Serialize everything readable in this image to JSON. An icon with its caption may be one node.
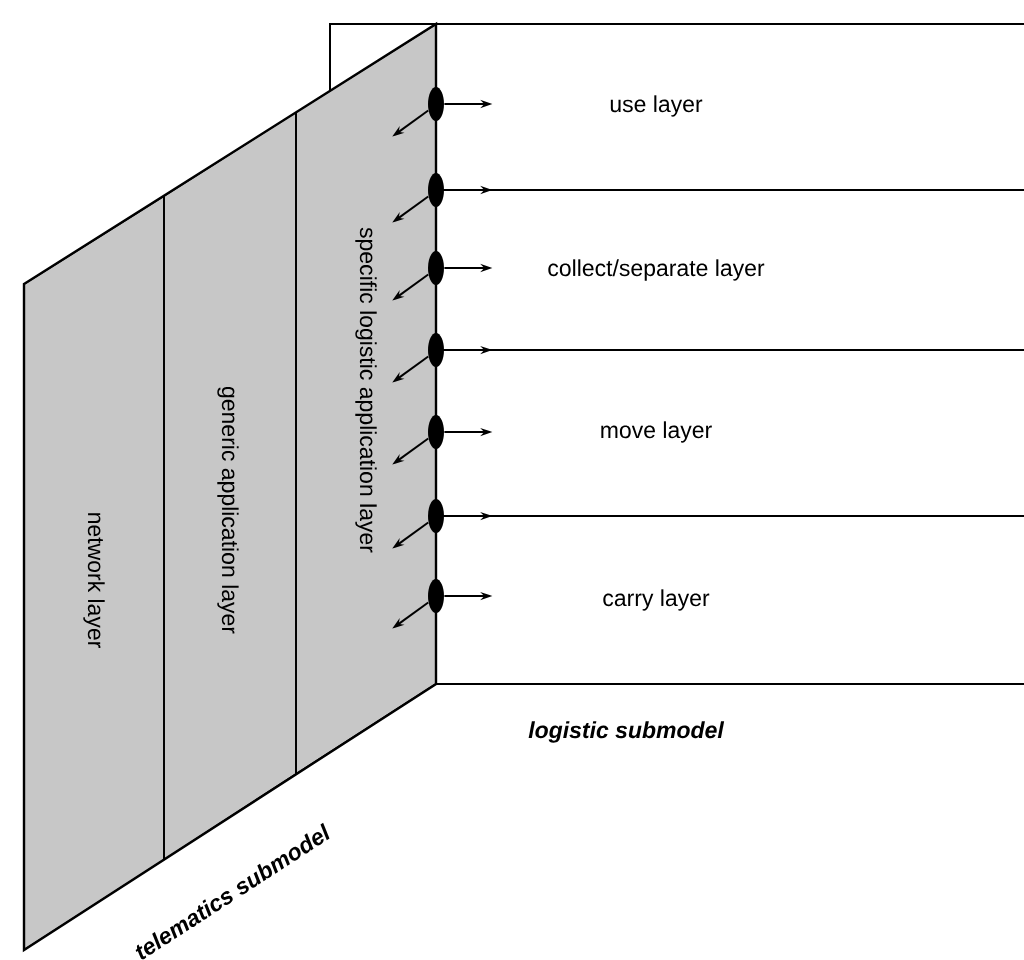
{
  "diagram": {
    "nodes": [
      {
        "text": [
          "telematics submodel"
        ]
      },
      {
        "text": [
          "network layer"
        ],
        "in": 0
      },
      {
        "text": [
          "generic application layer"
        ],
        "in": 0
      },
      {
        "text": [
          "specific logistic application layer"
        ],
        "in": 0
      },
      {
        "text": [
          "logistic submodel"
        ]
      },
      {
        "text": [
          "use layer"
        ],
        "in": 4
      },
      {
        "text": [
          "collect/separate layer"
        ],
        "in": 4
      },
      {
        "text": [
          "move layer"
        ],
        "in": 4
      },
      {
        "text": [
          "carry layer"
        ],
        "in": 4
      },
      {
        "text": [],
        "shape": "circle",
        "in": 4
      },
      {
        "text": [],
        "shape": "circle",
        "in": 4
      },
      {
        "text": [],
        "shape": "circle",
        "in": 4
      },
      {
        "text": [],
        "shape": "circle",
        "in": 4
      },
      {
        "text": [],
        "shape": "circle",
        "in": 4
      },
      {
        "text": [],
        "shape": "circle",
        "in": 4
      },
      {
        "text": [],
        "shape": "circle",
        "in": 4
      }
    ],
    "edges": [
      {
        "from": 9,
        "to": null,
        "arrow": "to"
      },
      {
        "from": 10,
        "to": null,
        "arrow": "to"
      },
      {
        "from": 11,
        "to": null,
        "arrow": "to"
      },
      {
        "from": 12,
        "to": null,
        "arrow": "to"
      },
      {
        "from": 13,
        "to": null,
        "arrow": "to"
      },
      {
        "from": 14,
        "to": null,
        "arrow": "to"
      },
      {
        "from": 15,
        "to": null,
        "arrow": "to"
      },
      {
        "from": 9,
        "to": 3,
        "arrow": "to"
      },
      {
        "from": 10,
        "to": 3,
        "arrow": "to"
      },
      {
        "from": 11,
        "to": 3,
        "arrow": "to"
      },
      {
        "from": 12,
        "to": 3,
        "arrow": "to"
      },
      {
        "from": 13,
        "to": 3,
        "arrow": "to"
      },
      {
        "from": 14,
        "to": 3,
        "arrow": "to"
      },
      {
        "from": 15,
        "to": 3,
        "arrow": "to"
      }
    ]
  }
}
